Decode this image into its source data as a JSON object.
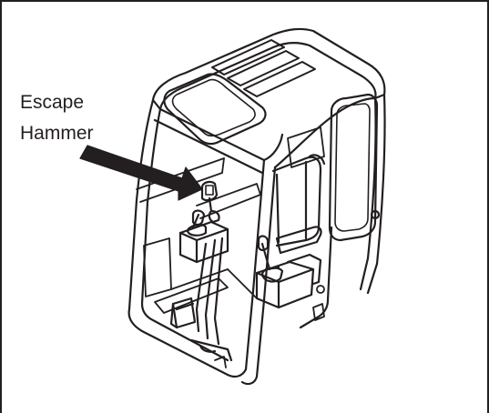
{
  "figure": {
    "callout": {
      "line1": "Escape",
      "line2": "Hammer",
      "points_to": "escape-hammer"
    },
    "colors": {
      "ink": "#231f20",
      "background": "#ffffff"
    }
  }
}
